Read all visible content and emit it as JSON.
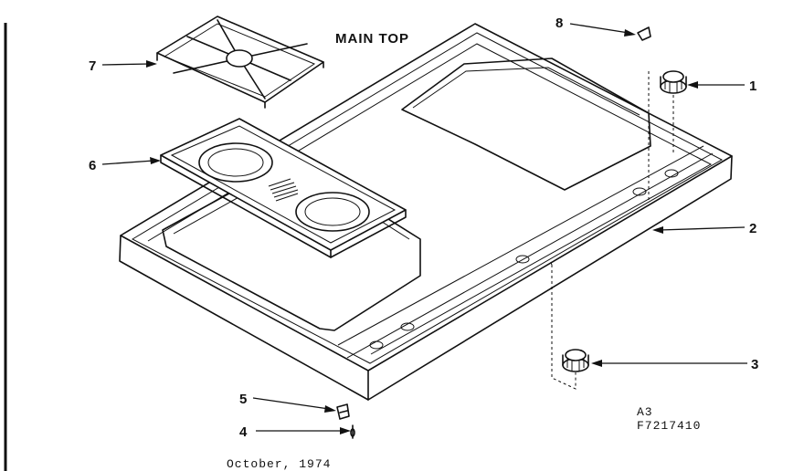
{
  "title": "MAIN TOP",
  "callouts": {
    "c1": "1",
    "c2": "2",
    "c3": "3",
    "c4": "4",
    "c5": "5",
    "c6": "6",
    "c7": "7",
    "c8": "8"
  },
  "code_line1": "A3",
  "code_line2": "F7217410",
  "date": "October, 1974"
}
